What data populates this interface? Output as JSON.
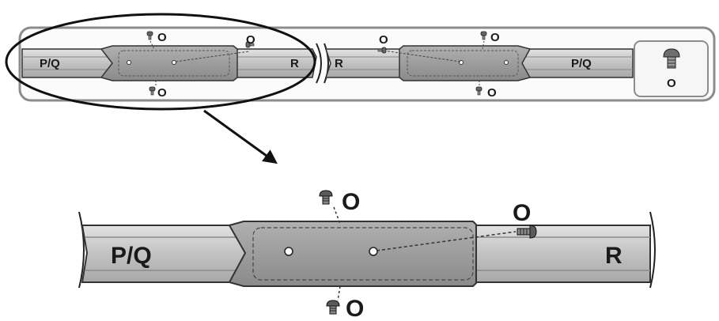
{
  "top_strip": {
    "left_rail_label": "P/Q",
    "middle_rail_label": "R",
    "right_rail_left_label": "R",
    "right_rail_right_label": "P/Q",
    "screw_labels": [
      "O",
      "O",
      "O",
      "O",
      "O",
      "O"
    ]
  },
  "legend": {
    "part_label": "O",
    "part_icon": "screw-icon"
  },
  "detail": {
    "left_rail_label": "P/Q",
    "right_rail_label": "R",
    "screw_top_label": "O",
    "screw_side_label": "O",
    "screw_bottom_label": "O"
  },
  "colors": {
    "rail_fill": "#c8c8c8",
    "rail_dark": "#7a7a7a",
    "connector_fill": "#9a9a9a",
    "outline": "#1a1a1a"
  }
}
